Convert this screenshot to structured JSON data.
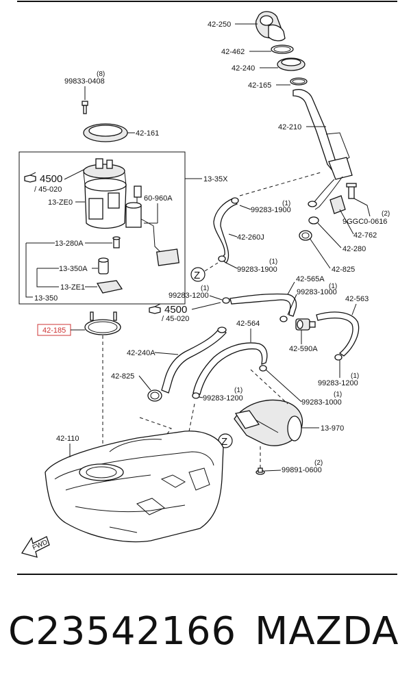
{
  "labels": {
    "l_42_250": "42-250",
    "l_42_462": "42-462",
    "l_42_240": "42-240",
    "l_42_165": "42-165",
    "l_42_210": "42-210",
    "l_8": "(8)",
    "l_99833": "99833-0408",
    "l_42_161": "42-161",
    "l_4500_a": "4500",
    "l_45020_a": "/ 45-020",
    "l_13_35x": "13-35X",
    "l_13_ze0": "13-ZE0",
    "l_60_960a": "60-960A",
    "l_13_280a": "13-280A",
    "l_13_350a": "13-350A",
    "l_13_ze1": "13-ZE1",
    "l_13_350": "13-350",
    "l_1_a": "(1)",
    "l_99283_1900_a": "99283-1900",
    "l_2_a": "(2)",
    "l_9ggc0": "9GGC0-0616",
    "l_42_762": "42-762",
    "l_42_260j": "42-260J",
    "l_42_280": "42-280",
    "l_1_b": "(1)",
    "l_99283_1900_b": "99283-1900",
    "l_42_825_a": "42-825",
    "l_z_a": "Z",
    "l_42_565a": "42-565A",
    "l_1_c": "(1)",
    "l_99283_1200_a": "99283-1200",
    "l_1_d": "(1)",
    "l_99283_1000_a": "99283-1000",
    "l_42_563": "42-563",
    "l_4500_b": "4500",
    "l_45020_b": "/ 45-020",
    "l_42_185": "42-185",
    "l_42_564": "42-564",
    "l_42_240a": "42-240A",
    "l_42_590a": "42-590A",
    "l_1_e": "(1)",
    "l_99283_1200_b": "99283-1200",
    "l_42_825_b": "42-825",
    "l_1_f": "(1)",
    "l_99283_1200_c": "99283-1200",
    "l_1_g": "(1)",
    "l_99283_1000_b": "99283-1000",
    "l_42_110": "42-110",
    "l_13_970": "13-970",
    "l_z_b": "Z",
    "l_2_b": "(2)",
    "l_99891": "99891-0600",
    "l_fwd": "FWD"
  },
  "caption": {
    "part_number": "C23542166",
    "brand": "MAZDA"
  },
  "colors": {
    "highlight": "#cc3333",
    "ink": "#111111"
  }
}
